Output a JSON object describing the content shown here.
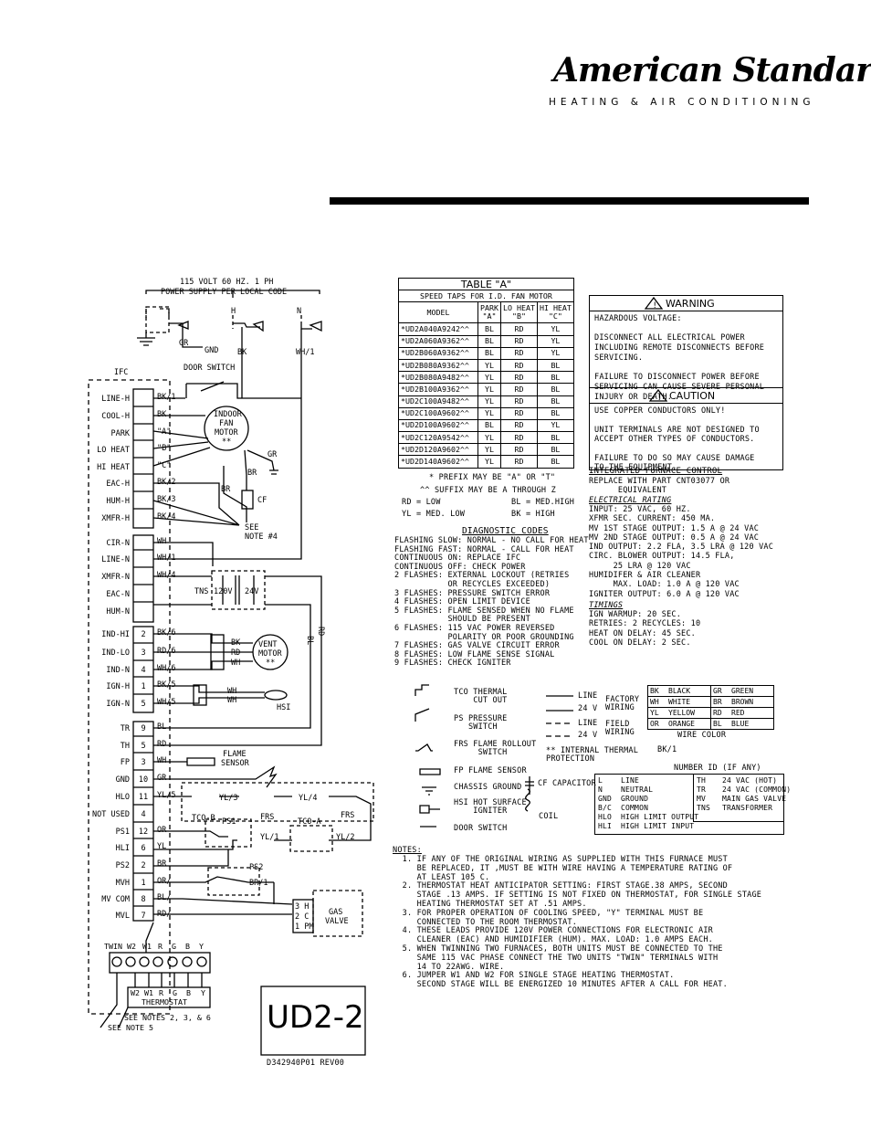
{
  "brand": {
    "name": "American Standard",
    "subtitle": "HEATING & AIR CONDITIONING"
  },
  "power": {
    "line1": "115 VOLT 60 HZ. 1 PH",
    "line2": "POWER SUPPLY PER LOCAL CODE",
    "l1": "H",
    "l2": "N",
    "gr": "GR",
    "gnd": "GND",
    "bk": "BK",
    "wh1": "WH/1"
  },
  "ifc": {
    "label": "IFC",
    "terms_a": [
      "LINE-H",
      "COOL-H",
      "PARK",
      "LO HEAT",
      "HI HEAT",
      "EAC-H",
      "HUM-H",
      "XMFR-H"
    ],
    "wires_a": [
      "BK/1",
      "BK",
      "\"A\"",
      "\"B\"",
      "\"C\"",
      "BK/2",
      "BK/3",
      "BK/4"
    ],
    "terms_b": [
      "CIR-N",
      "LINE-N",
      "XMFR-N",
      "EAC-N",
      "HUM-N"
    ],
    "wires_b": [
      "WH",
      "WH/1",
      "WH/4",
      "",
      ""
    ],
    "terms_c": [
      "IND-HI",
      "IND-LO",
      "IND-N",
      "IGN-H",
      "IGN-N"
    ],
    "nums_c": [
      "2",
      "3",
      "4",
      "1",
      "5"
    ],
    "wires_c": [
      "BK/6",
      "RD/6",
      "WH/6",
      "BK/5",
      "WH/5"
    ],
    "terms_d": [
      "TR",
      "TH",
      "FP",
      "GND",
      "HLO",
      "NOT USED",
      "PS1",
      "HLI",
      "PS2",
      "MVH",
      "MV COM",
      "MVL"
    ],
    "nums_d": [
      "9",
      "5",
      "3",
      "10",
      "11",
      "4",
      "12",
      "6",
      "2",
      "1",
      "8",
      "7"
    ],
    "wires_d": [
      "BL",
      "RD",
      "WH",
      "GR",
      "YL/5",
      "",
      "OR",
      "YL",
      "BR",
      "OR/",
      "BL/",
      "RD/"
    ]
  },
  "components": {
    "door_switch": "DOOR SWITCH",
    "indoor_motor": [
      "INDOOR",
      "FAN",
      "MOTOR",
      "**"
    ],
    "see_note4": [
      "SEE",
      "NOTE #4"
    ],
    "cf": "CF",
    "br": "BR",
    "gr": "GR",
    "tns": "TNS",
    "v120": "120V",
    "v24": "24V",
    "vent_motor": [
      "VENT",
      "MOTOR",
      "**"
    ],
    "vent_wires": [
      "BK",
      "RD",
      "WH"
    ],
    "hsi": "HSI",
    "hsi_wires": [
      "WH",
      "WH"
    ],
    "bl": "BL",
    "rd": "RD",
    "flame_sensor": [
      "FLAME",
      "SENSOR"
    ],
    "tcob": "TCO-B",
    "frs": "FRS",
    "frs2": "FRS",
    "ps1": "PS1",
    "tcoa": "TCO-A",
    "yl3": "YL/3",
    "yl4": "YL/4",
    "yl1": "YL/1",
    "yl2": "YL/2",
    "ps2": "PS2",
    "br1": "BR/1",
    "gas_valve": [
      "GAS",
      "VALVE"
    ],
    "gv_terms": [
      "3 H",
      "2 C",
      "1 PM"
    ],
    "tstat_terms": [
      "TWIN",
      "W2",
      "W1",
      "R",
      "G",
      "B",
      "Y"
    ],
    "tstat_bottom": [
      "W2",
      "W1",
      "R",
      "G",
      "B",
      "Y"
    ],
    "thermostat": "THERMOSTAT",
    "see_notes": "SEE NOTES 2, 3, & 6",
    "see_note5": "SEE NOTE 5"
  },
  "model_label": "UD2-2",
  "part_number": "D342940P01 REV00",
  "table_a": {
    "title": "TABLE \"A\"",
    "subtitle": "SPEED TAPS FOR I.D. FAN MOTOR",
    "headers": [
      "MODEL",
      "PARK\n\"A\"",
      "LO HEAT\n\"B\"",
      "HI HEAT\n\"C\""
    ],
    "rows": [
      [
        "*UD2A040A9242^^",
        "BL",
        "RD",
        "YL"
      ],
      [
        "*UD2A060A9362^^",
        "BL",
        "RD",
        "YL"
      ],
      [
        "*UD2B060A9362^^",
        "BL",
        "RD",
        "YL"
      ],
      [
        "*UD2B080A9362^^",
        "YL",
        "RD",
        "BL"
      ],
      [
        "*UD2B080A9482^^",
        "YL",
        "RD",
        "BL"
      ],
      [
        "*UD2B100A9362^^",
        "YL",
        "RD",
        "BL"
      ],
      [
        "*UD2C100A9482^^",
        "YL",
        "RD",
        "BL"
      ],
      [
        "*UD2C100A9602^^",
        "YL",
        "RD",
        "BL"
      ],
      [
        "*UD2D100A9602^^",
        "BL",
        "RD",
        "YL"
      ],
      [
        "*UD2C120A9542^^",
        "YL",
        "RD",
        "BL"
      ],
      [
        "*UD2D120A9602^^",
        "YL",
        "RD",
        "BL"
      ],
      [
        "*UD2D140A9602^^",
        "YL",
        "RD",
        "BL"
      ]
    ],
    "foot": [
      "* PREFIX MAY BE \"A\" OR \"T\"",
      "^^ SUFFIX MAY BE A THROUGH Z"
    ],
    "legend": [
      "RD = LOW",
      "BL = MED.HIGH",
      "YL = MED. LOW",
      "BK = HIGH"
    ]
  },
  "warning": {
    "title": "WARNING",
    "lines": [
      "HAZARDOUS VOLTAGE:",
      "",
      "DISCONNECT ALL ELECTRICAL POWER",
      "INCLUDING REMOTE DISCONNECTS BEFORE",
      "SERVICING.",
      "",
      "FAILURE TO DISCONNECT POWER BEFORE",
      "SERVICING CAN CAUSE SEVERE PERSONAL",
      "INJURY OR DEATH."
    ]
  },
  "caution": {
    "title": "CAUTION",
    "lines": [
      "USE COPPER CONDUCTORS ONLY!",
      "",
      "UNIT TERMINALS ARE NOT DESIGNED TO",
      "ACCEPT OTHER TYPES OF CONDUCTORS.",
      "",
      "FAILURE TO DO SO MAY CAUSE DAMAGE",
      "TO THE EQUIPMENT."
    ]
  },
  "ifc_info": {
    "title": "INTEGRATED FURNACE CONTROL",
    "replace": [
      "REPLACE WITH PART CNT03077 OR",
      "      EQUIVALENT"
    ],
    "rating_title": "ELECTRICAL RATING",
    "rating": [
      "INPUT: 25 VAC, 60 HZ.",
      "XFMR SEC. CURRENT: 450 MA.",
      "MV 1ST STAGE OUTPUT: 1.5 A @ 24 VAC",
      "MV 2ND STAGE OUTPUT: 0.5 A @ 24 VAC",
      "IND OUTPUT: 2.2 FLA, 3.5 LRA @ 120 VAC",
      "CIRC. BLOWER OUTPUT: 14.5 FLA,",
      "     25 LRA @ 120 VAC",
      "HUMIDIFER & AIR CLEANER",
      "     MAX. LOAD: 1.0 A @ 120 VAC",
      "IGNITER OUTPUT: 6.0 A @ 120 VAC"
    ],
    "timings_title": "TIMINGS",
    "timings": [
      "IGN WARMUP: 20 SEC.",
      "RETRIES: 2 RECYCLES: 10",
      "HEAT ON DELAY: 45 SEC.",
      "COOL ON DELAY: 2 SEC."
    ]
  },
  "diag": {
    "title": "DIAGNOSTIC CODES",
    "lines": [
      "FLASHING SLOW: NORMAL - NO CALL FOR HEAT",
      "FLASHING FAST: NORMAL - CALL FOR HEAT",
      "CONTINUOUS ON: REPLACE IFC",
      "CONTINUOUS OFF: CHECK POWER",
      "2 FLASHES: EXTERNAL LOCKOUT (RETRIES",
      "           OR RECYCLES EXCEEDED)",
      "3 FLASHES: PRESSURE SWITCH ERROR",
      "4 FLASHES: OPEN LIMIT DEVICE",
      "5 FLASHES: FLAME SENSED WHEN NO FLAME",
      "           SHOULD BE PRESENT",
      "6 FLASHES: 115 VAC POWER REVERSED",
      "           POLARITY OR POOR GROUNDING",
      "7 FLASHES: GAS VALVE CIRCUIT ERROR",
      "8 FLASHES: LOW FLAME SENSE SIGNAL",
      "9 FLASHES: CHECK IGNITER"
    ]
  },
  "legend_symbols": {
    "tco": [
      "TCO THERMAL",
      "    CUT OUT"
    ],
    "ps": [
      "PS PRESSURE",
      "   SWITCH"
    ],
    "frs": [
      "FRS FLAME ROLLOUT",
      "     SWITCH"
    ],
    "fp": "FP FLAME SENSOR",
    "chassis": "CHASSIS GROUND",
    "hsi": [
      "HSI HOT SURFACE",
      "    IGNITER"
    ],
    "door": "DOOR SWITCH",
    "cf": "CF CAPACITOR",
    "coil": "COIL",
    "internal": [
      "** INTERNAL THERMAL",
      "PROTECTION"
    ],
    "line": "LINE",
    "v24": "24 V",
    "factory": [
      "FACTORY",
      "WIRING"
    ],
    "field": [
      "FIELD",
      "WIRING"
    ]
  },
  "colors": [
    [
      "BK",
      "BLACK",
      "GR",
      "GREEN"
    ],
    [
      "WH",
      "WHITE",
      "BR",
      "BROWN"
    ],
    [
      "YL",
      "YELLOW",
      "RD",
      "RED"
    ],
    [
      "OR",
      "ORANGE",
      "BL",
      "BLUE"
    ]
  ],
  "wire_color": {
    "label": "WIRE COLOR",
    "sample": "BK/1",
    "number": "NUMBER ID (IF ANY)"
  },
  "abbrev": [
    [
      "L",
      "LINE",
      "TH",
      "24 VAC (HOT)"
    ],
    [
      "N",
      "NEUTRAL",
      "TR",
      "24 VAC (COMMON)"
    ],
    [
      "GND",
      "GROUND",
      "MV",
      "MAIN GAS VALVE"
    ],
    [
      "B/C",
      "COMMON",
      "TNS",
      "TRANSFORMER"
    ],
    [
      "HLO",
      "HIGH LIMIT OUTPUT",
      "",
      ""
    ],
    [
      "HLI",
      "HIGH LIMIT INPUT",
      "",
      ""
    ]
  ],
  "notes": {
    "title": "NOTES:",
    "lines": [
      "  1. IF ANY OF THE ORIGINAL WIRING AS SUPPLIED WITH THIS FURNACE MUST",
      "     BE REPLACED, IT ,MUST BE WITH WIRE HAVING A TEMPERATURE RATING OF",
      "     AT LEAST 105 C.",
      "  2. THERMOSTAT HEAT ANTICIPATOR SETTING: FIRST STAGE.38 AMPS, SECOND",
      "     STAGE .13 AMPS. IF SETTING IS NOT FIXED ON THERMOSTAT, FOR SINGLE STAGE",
      "     HEATING THERMOSTAT SET AT .51 AMPS.",
      "  3. FOR PROPER OPERATION OF COOLING SPEED, \"Y\" TERMINAL MUST BE",
      "     CONNECTED TO THE ROOM THERMOSTAT.",
      "  4. THESE LEADS PROVIDE 120V POWER CONNECTIONS FOR ELECTRONIC AIR",
      "     CLEANER (EAC) AND HUMIDIFIER (HUM). MAX. LOAD: 1.0 AMPS EACH.",
      "  5. WHEN TWINNING TWO FURNACES, BOTH UNITS MUST BE CONNECTED TO THE",
      "     SAME 115 VAC PHASE CONNECT THE TWO UNITS \"TWIN\" TERMINALS WITH",
      "     14 TO 22AWG. WIRE.",
      "  6. JUMPER W1 AND W2 FOR SINGLE STAGE HEATING THERMOSTAT.",
      "     SECOND STAGE WILL BE ENERGIZED 10 MINUTES AFTER A CALL FOR HEAT."
    ]
  }
}
